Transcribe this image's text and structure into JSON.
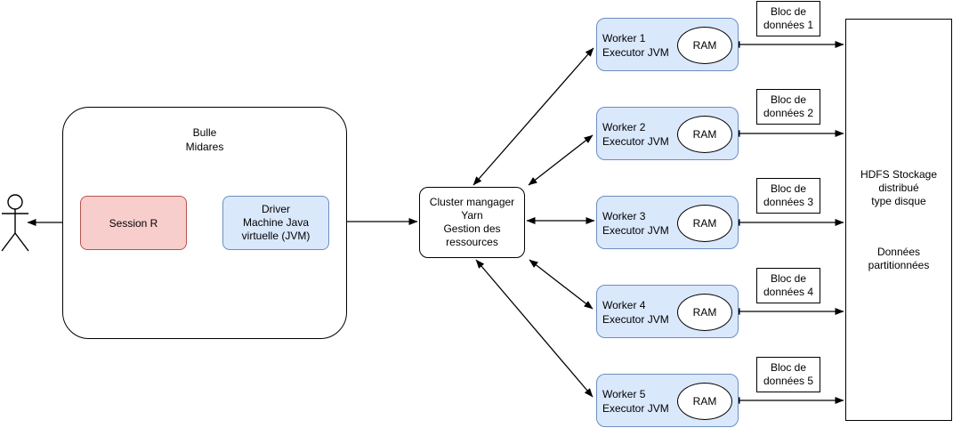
{
  "colors": {
    "blue_fill": "#dae8fc",
    "blue_stroke": "#6c8ebf",
    "red_fill": "#f8cecc",
    "red_stroke": "#b85450",
    "line": "#000000",
    "background": "#ffffff"
  },
  "bulle": {
    "line1": "Bulle",
    "line2": "Midares"
  },
  "session": {
    "label": "Session R"
  },
  "driver": {
    "line1": "Driver",
    "line2": "Machine Java",
    "line3": "virtuelle (JVM)"
  },
  "cluster": {
    "line1": "Cluster mangager",
    "line2": "Yarn",
    "line3": "Gestion des",
    "line4": "ressources"
  },
  "workers": [
    {
      "name": "Worker 1",
      "role": "Executor JVM",
      "ram": "RAM"
    },
    {
      "name": "Worker 2",
      "role": "Executor JVM",
      "ram": "RAM"
    },
    {
      "name": "Worker 3",
      "role": "Executor JVM",
      "ram": "RAM"
    },
    {
      "name": "Worker 4",
      "role": "Executor JVM",
      "ram": "RAM"
    },
    {
      "name": "Worker 5",
      "role": "Executor JVM",
      "ram": "RAM"
    }
  ],
  "blocs": [
    {
      "line1": "Bloc de",
      "line2": "données 1"
    },
    {
      "line1": "Bloc de",
      "line2": "données 2"
    },
    {
      "line1": "Bloc de",
      "line2": "données 3"
    },
    {
      "line1": "Bloc de",
      "line2": "données 4"
    },
    {
      "line1": "Bloc de",
      "line2": "données 5"
    }
  ],
  "hdfs": {
    "line1": "HDFS Stockage",
    "line2": "distribué",
    "line3": "type disque",
    "line4": "Données",
    "line5": "partitionnées"
  }
}
